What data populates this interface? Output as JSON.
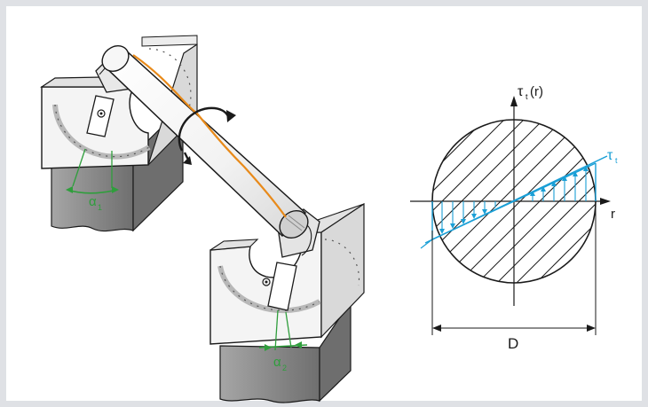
{
  "labels": {
    "alpha1": "α",
    "alpha1_sub": "1",
    "alpha2": "α",
    "alpha2_sub": "2",
    "tau_axis": "τ",
    "tau_axis_sub": "t",
    "tau_axis_arg": "(r)",
    "tau_line": "τ",
    "tau_line_sub": "t",
    "r_axis": "r",
    "diameter": "D"
  },
  "colors": {
    "green": "#2f9e3c",
    "blue": "#1a9fd6",
    "orange": "#e88a1a",
    "stroke": "#1a1a1a",
    "plate": "#f4f4f4",
    "support": "#8f8f8f"
  }
}
